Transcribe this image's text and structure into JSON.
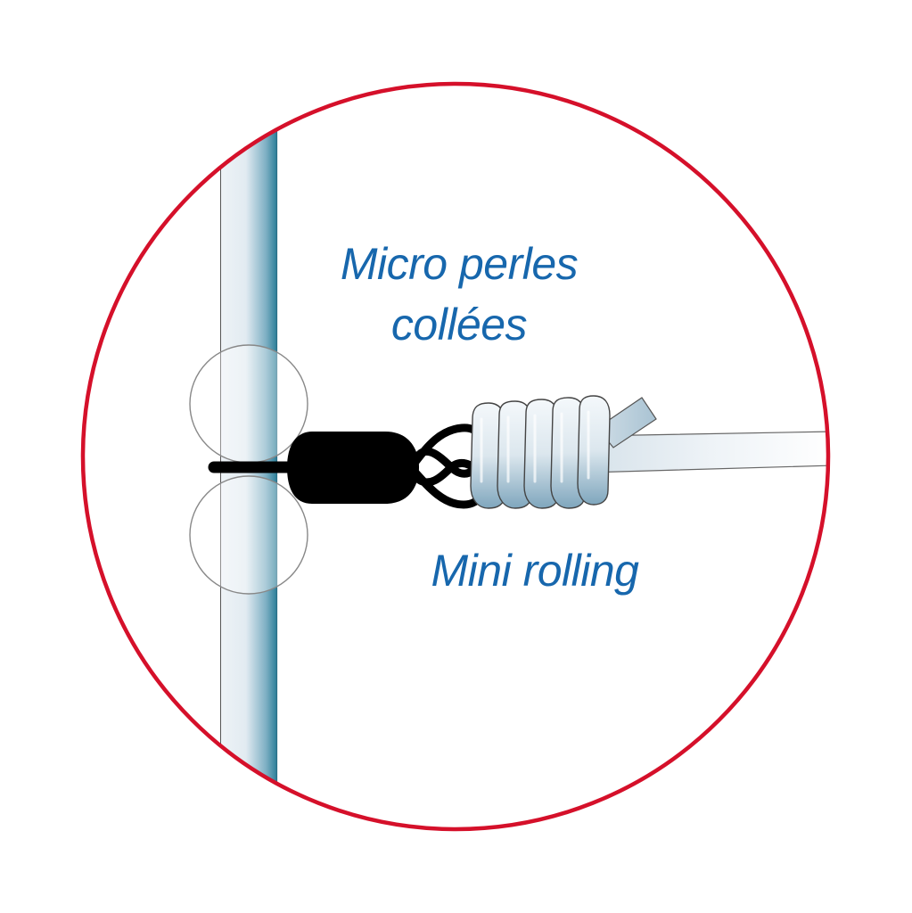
{
  "labels": {
    "beads": {
      "line1": "Micro perles",
      "line2": "collées"
    },
    "swivel": "Mini rolling"
  },
  "colors": {
    "frame": "#d5102a",
    "text": "#1767ad",
    "line_dark": "#2a7d97",
    "line_light": "#eef3f7",
    "swivel_body": "#000000",
    "knot_dark": "#7fa6bd",
    "knot_light": "#f1f6f9",
    "outline": "#555555"
  },
  "icons": {
    "frame": "red-circle-frame",
    "main_line": "main-line-icon",
    "beads": "bead-icon",
    "swivel": "swivel-icon",
    "knot": "knot-icon",
    "leader": "leader-line-icon"
  }
}
